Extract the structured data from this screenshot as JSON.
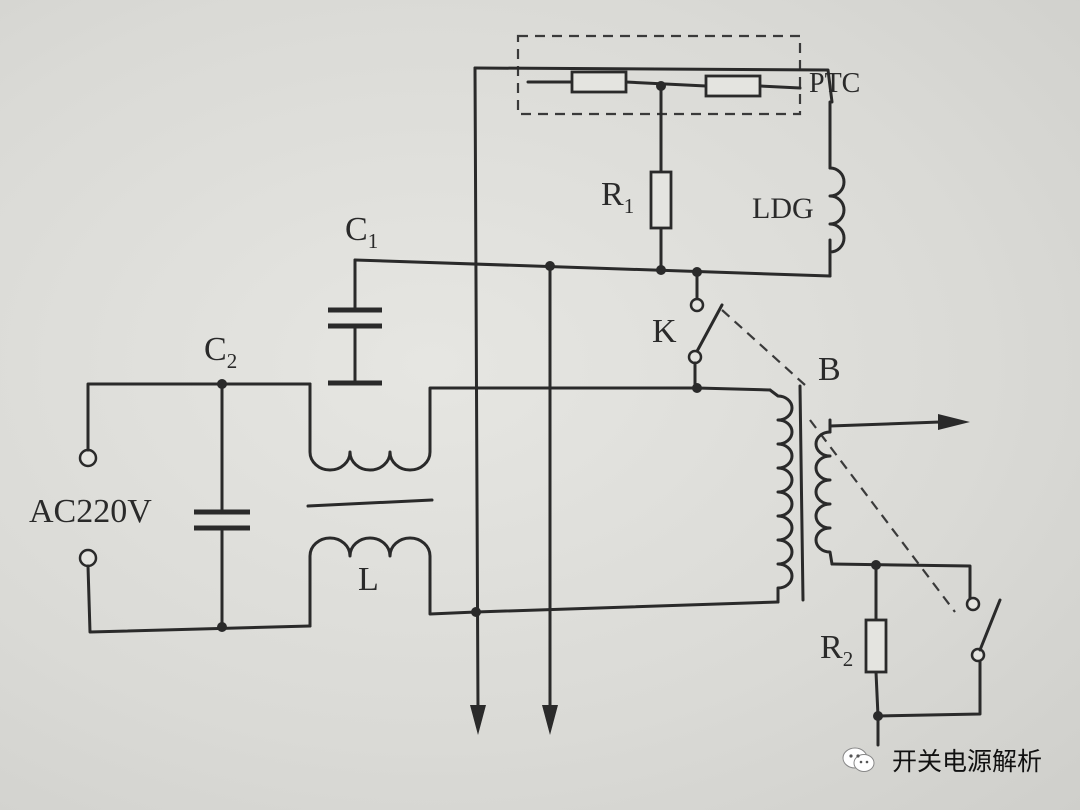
{
  "labels": {
    "ptc": "PTC",
    "r1_main": "R",
    "r1_sub": "1",
    "ldg": "LDG",
    "c1_main": "C",
    "c1_sub": "1",
    "c2_main": "C",
    "c2_sub": "2",
    "k": "K",
    "b": "B",
    "ac": "AC220V",
    "l": "L",
    "r2_main": "R",
    "r2_sub": "2"
  },
  "watermark": {
    "text": "开关电源解析",
    "icon": "wechat-icon"
  }
}
